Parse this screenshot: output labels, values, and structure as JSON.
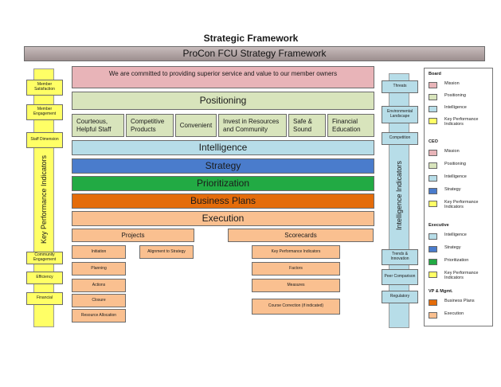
{
  "title": "Strategic Framework",
  "framework_title": "ProCon FCU Strategy Framework",
  "mission": "We are committed to providing superior service and value to our member owners",
  "positioning": {
    "label": "Positioning",
    "items": [
      "Courteous, Helpful Staff",
      "Competitive Products",
      "Convenient",
      "Invest in Resources and Community",
      "Safe & Sound",
      "Financial Education"
    ]
  },
  "layers": {
    "intelligence": "Intelligence",
    "strategy": "Strategy",
    "prioritization": "Prioritization",
    "business_plans": "Business Plans",
    "execution": "Execution"
  },
  "projects": {
    "label": "Projects",
    "items": [
      "Initiation",
      "Planning",
      "Actions",
      "Closure",
      "Resource Allocation"
    ],
    "alignment": "Alignment to Strategy"
  },
  "scorecards": {
    "label": "Scorecards",
    "items": [
      "Key Performance Indicators",
      "Factors",
      "Measures",
      "Course Correction (if indicated)"
    ]
  },
  "kpi_column": {
    "label": "Key Performance Indicators",
    "top_items": [
      "Member Satisfaction",
      "Member Engagement",
      "Staff Dimension"
    ],
    "bottom_items": [
      "Community Engagement",
      "Efficiency",
      "Financial"
    ]
  },
  "intel_column": {
    "label": "Intelligence Indicators",
    "top_items": [
      "Threats",
      "Environmental Landscape",
      "Competition"
    ],
    "bottom_items": [
      "Trends & Innovation",
      "Peer Comparison",
      "Regulatory"
    ]
  },
  "legend": {
    "groups": [
      {
        "heading": "Board",
        "items": [
          {
            "label": "Mission",
            "color": "#e8b4b8"
          },
          {
            "label": "Positioning",
            "color": "#d8e4bc"
          },
          {
            "label": "Intelligence",
            "color": "#b7dde8"
          },
          {
            "label": "Key Performance Indicators",
            "color": "#ffff66"
          }
        ]
      },
      {
        "heading": "CEO",
        "items": [
          {
            "label": "Mission",
            "color": "#e8b4b8"
          },
          {
            "label": "Positioning",
            "color": "#d8e4bc"
          },
          {
            "label": "Intelligence",
            "color": "#b7dde8"
          },
          {
            "label": "Strategy",
            "color": "#4a7ccc"
          },
          {
            "label": "Key Performance Indicators",
            "color": "#ffff66"
          }
        ]
      },
      {
        "heading": "Executive",
        "items": [
          {
            "label": "Intelligence",
            "color": "#b7dde8"
          },
          {
            "label": "Strategy",
            "color": "#4a7ccc"
          },
          {
            "label": "Prioritization",
            "color": "#22aa44"
          },
          {
            "label": "Key Performance Indicators",
            "color": "#ffff66"
          }
        ]
      },
      {
        "heading": "VP & Mgmt.",
        "items": [
          {
            "label": "Business Plans",
            "color": "#e46c0a"
          },
          {
            "label": "Execution",
            "color": "#fac090"
          }
        ]
      }
    ]
  },
  "colors": {
    "mission": "#e8b4b8",
    "positioning": "#d8e4bc",
    "intelligence": "#b7dde8",
    "strategy": "#4a7ccc",
    "prioritization": "#22aa44",
    "business_plans": "#e46c0a",
    "execution": "#fac090",
    "kpi": "#ffff66",
    "header_bar": "#a89a9a"
  }
}
